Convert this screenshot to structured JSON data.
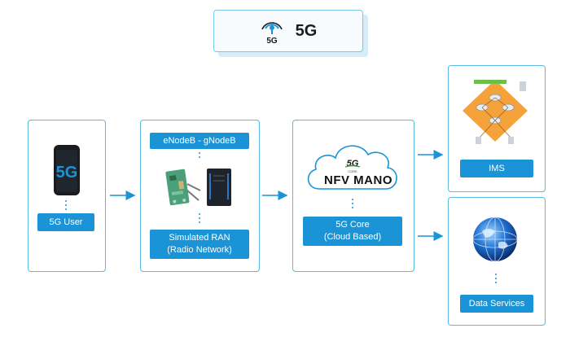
{
  "header": {
    "title": "5G",
    "icon": "5g-signal-icon",
    "icon_text": "5G"
  },
  "nodes": {
    "user": {
      "label": "5G User",
      "icon": "smartphone-icon",
      "icon_text": "5G"
    },
    "ran": {
      "top_label": "eNodeB - gNodeB",
      "bottom_label": "Simulated RAN\n(Radio Network)",
      "icons": [
        "sdr-board-icon",
        "pc-tower-icon"
      ]
    },
    "core": {
      "cloud_logo": "5G",
      "cloud_logo_sub": "CORE",
      "cloud_text": "NFV MANO",
      "label": "5G Core\n(Cloud Based)",
      "icon": "cloud-icon"
    },
    "ims": {
      "label": "IMS",
      "icon": "ims-network-diagram-icon"
    },
    "data": {
      "label": "Data Services",
      "icon": "globe-icon"
    }
  },
  "colors": {
    "accent": "#1a94d6",
    "border": "#5bb7e3",
    "header_shadow": "#d4edf8",
    "ims_diamond": "#f5a23a"
  }
}
